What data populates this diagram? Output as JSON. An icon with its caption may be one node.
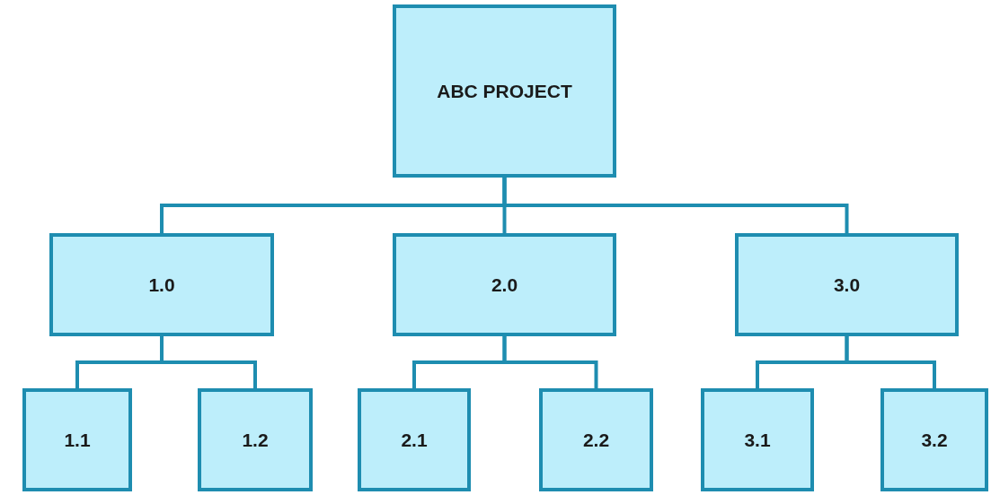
{
  "diagram": {
    "nodes": [
      {
        "text": [
          "ABC PROJECT"
        ]
      },
      {
        "text": [
          "1.0"
        ]
      },
      {
        "text": [
          "2.0"
        ]
      },
      {
        "text": [
          "3.0"
        ]
      },
      {
        "text": [
          "1.1"
        ]
      },
      {
        "text": [
          "1.2"
        ]
      },
      {
        "text": [
          "2.1"
        ]
      },
      {
        "text": [
          "2.2"
        ]
      },
      {
        "text": [
          "3.1"
        ]
      },
      {
        "text": [
          "3.2"
        ]
      }
    ],
    "edges": [
      {
        "from": 0,
        "to": 1,
        "arrow": "none"
      },
      {
        "from": 0,
        "to": 2,
        "arrow": "none"
      },
      {
        "from": 0,
        "to": 3,
        "arrow": "none"
      },
      {
        "from": 1,
        "to": 4,
        "arrow": "none"
      },
      {
        "from": 1,
        "to": 5,
        "arrow": "none"
      },
      {
        "from": 2,
        "to": 6,
        "arrow": "none"
      },
      {
        "from": 2,
        "to": 7,
        "arrow": "none"
      },
      {
        "from": 3,
        "to": 8,
        "arrow": "none"
      },
      {
        "from": 3,
        "to": 9,
        "arrow": "none"
      }
    ]
  }
}
